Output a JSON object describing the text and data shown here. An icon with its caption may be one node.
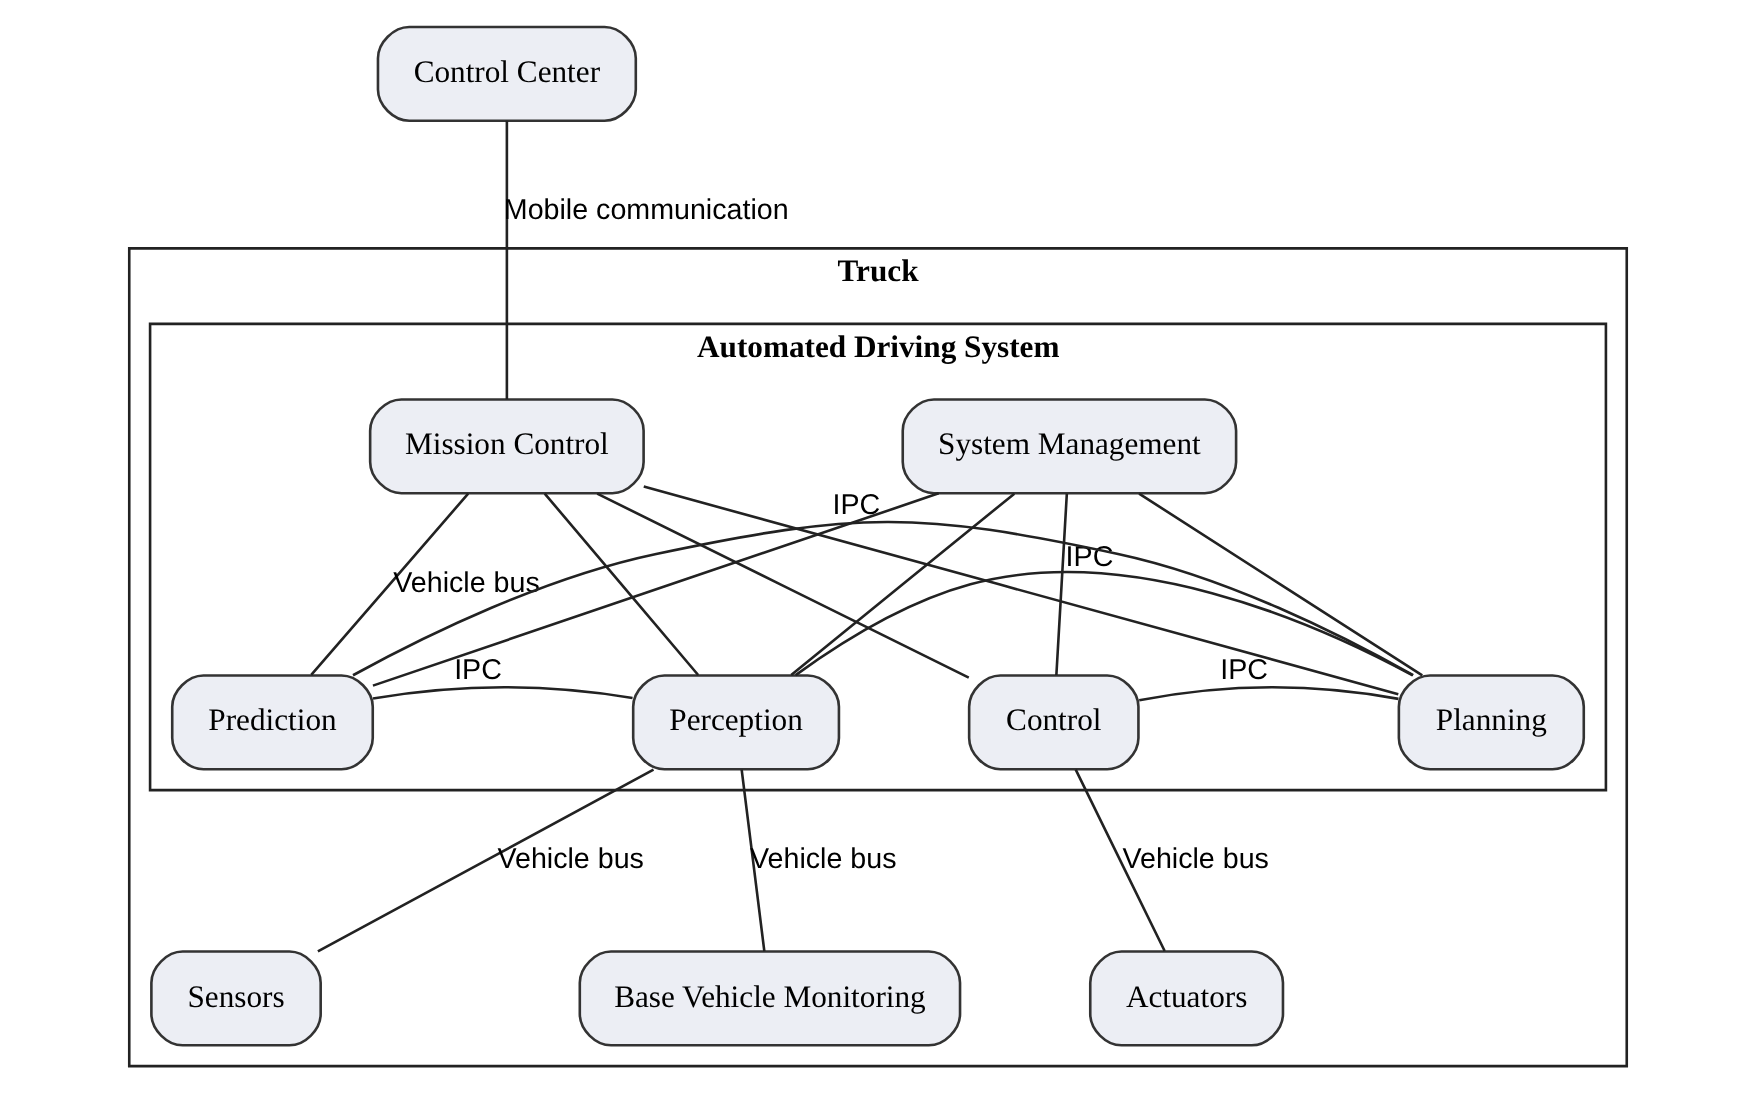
{
  "diagram": {
    "nodes": [
      {
        "text": [
          "Control Center"
        ]
      },
      {
        "text": [
          "Truck"
        ]
      },
      {
        "text": [
          "Automated Driving System"
        ],
        "in": 1
      },
      {
        "text": [
          "Mission Control"
        ],
        "in": 2
      },
      {
        "text": [
          "System Management"
        ],
        "in": 2
      },
      {
        "text": [
          "Perception"
        ],
        "in": 2
      },
      {
        "text": [
          "Prediction"
        ],
        "in": 2
      },
      {
        "text": [
          "Planning"
        ],
        "in": 2
      },
      {
        "text": [
          "Control"
        ],
        "in": 2
      },
      {
        "text": [
          "Actuators"
        ],
        "in": 1
      },
      {
        "text": [
          "Sensors"
        ],
        "in": 1
      },
      {
        "text": [
          "Base Vehicle Monitoring"
        ],
        "in": 1
      }
    ],
    "edges": [
      {
        "from": 0,
        "to": 3,
        "arrow": "none",
        "label": "Mobile communication"
      },
      {
        "from": 3,
        "to": 5,
        "arrow": "none"
      },
      {
        "from": 3,
        "to": 6,
        "arrow": "none",
        "label": "Vehicle bus"
      },
      {
        "from": 3,
        "to": 7,
        "arrow": "none"
      },
      {
        "from": 3,
        "to": 8,
        "arrow": "none"
      },
      {
        "from": 4,
        "to": 5,
        "arrow": "none"
      },
      {
        "from": 4,
        "to": 6,
        "arrow": "none"
      },
      {
        "from": 4,
        "to": 7,
        "arrow": "none"
      },
      {
        "from": 4,
        "to": 8,
        "arrow": "none"
      },
      {
        "from": 5,
        "to": 6,
        "arrow": "none",
        "label": "IPC"
      },
      {
        "from": 6,
        "to": 7,
        "arrow": "none",
        "label": "IPC"
      },
      {
        "from": 7,
        "to": 8,
        "arrow": "none",
        "label": "IPC"
      },
      {
        "from": 5,
        "to": 7,
        "arrow": "none",
        "label": "IPC"
      },
      {
        "from": 8,
        "to": 9,
        "arrow": "none",
        "label": "Vehicle bus"
      },
      {
        "from": 5,
        "to": 10,
        "arrow": "none",
        "label": "Vehicle bus"
      },
      {
        "from": 5,
        "to": 11,
        "arrow": "none",
        "label": "Vehicle bus"
      }
    ]
  }
}
